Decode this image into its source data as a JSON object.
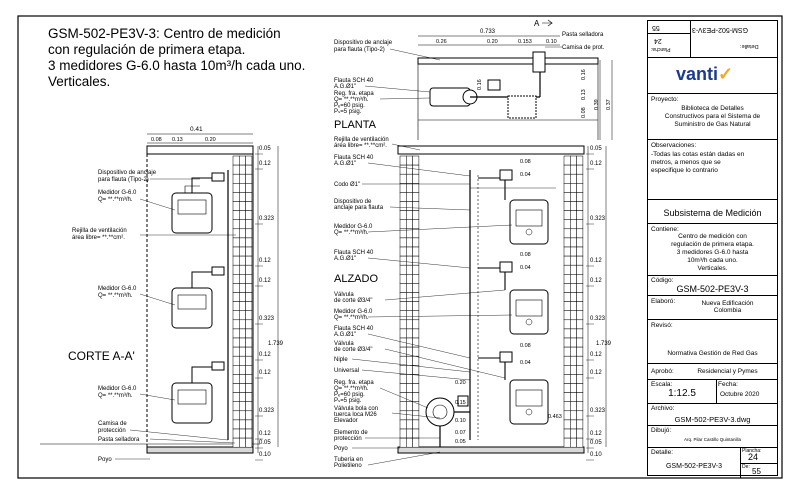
{
  "title": {
    "line1": "GSM-502-PE3V-3: Centro de medición",
    "line2": "con regulación de primera etapa.",
    "line3": "3 medidores G-6.0 hasta 10m³/h cada uno.",
    "line4": "Verticales."
  },
  "corte": {
    "section_label": "CORTE A-A'",
    "top_dims": [
      "0.41",
      "0.08",
      "0.13",
      "0.20"
    ],
    "labels": {
      "anclaje": [
        "Dispositivo de anclaje",
        "para flauta (Tipo-2)"
      ],
      "medidor1": [
        "Medidor G-6.0",
        "Q= **.**m³/h."
      ],
      "rejilla": [
        "Rejilla de ventilación",
        "área libre= **.**cm²."
      ],
      "medidor2": [
        "Medidor G-6.0",
        "Q= **.**m³/h."
      ],
      "medidor3": [
        "Medidor G-6.0",
        "Q= **.**m³/h."
      ],
      "camisa": [
        "Camisa de",
        "protección"
      ],
      "pasta": "Pasta selladora",
      "poyo": "Poyo"
    },
    "right_dims": [
      "0.05",
      "0.12",
      "0.323",
      "0.12",
      "0.12",
      "0.323",
      "0.12",
      "0.12",
      "0.323",
      "0.12",
      "0.05",
      "0.10"
    ],
    "total_height": "1.739"
  },
  "planta": {
    "section_label": "PLANTA",
    "marker": "A",
    "top_dims": [
      "0.733",
      "0.26",
      "0.20",
      "0.153",
      "0.10"
    ],
    "right_dims": [
      "0.08",
      "0.13",
      "0.16",
      "0.39",
      "0.37"
    ],
    "labels": {
      "anclaje": [
        "Dispositivo de anclaje",
        "para flauta (Tipo-2)"
      ],
      "pasta": "Pasta selladora",
      "camisa": "Camisa de prot.",
      "flauta": [
        "Flauta SCH 40",
        "A.G.Ø1\""
      ],
      "reg": [
        "Reg. fra. etapa",
        "Q= **.**m³/h.",
        "Pₑ=60 psig.",
        "Pₛ=5 psig."
      ],
      "dim_016": "0.16"
    }
  },
  "alzado": {
    "section_label": "ALZADO",
    "labels": {
      "rejilla": [
        "Rejilla de ventilación",
        "área libre= **.**cm²."
      ],
      "flauta1": [
        "Flauta SCH 40",
        "A.G.Ø1\""
      ],
      "codo": "Codo Ø1\"",
      "anclaje": [
        "Dispositivo de",
        "anclaje para flauta"
      ],
      "medidor1": [
        "Medidor G-6.0",
        "Q= **.**m³/h."
      ],
      "flauta2": [
        "Flauta SCH 40",
        "A.G.Ø1\""
      ],
      "valvula1": [
        "Válvula",
        "de corte Ø3/4\""
      ],
      "medidor2": [
        "Medidor G-6.0",
        "Q= **.**m³/h."
      ],
      "flauta3": [
        "Flauta SCH 40",
        "A.G.Ø1\""
      ],
      "valvula2": [
        "Válvula",
        "de corte Ø3/4\""
      ],
      "niple": "Niple",
      "universal": "Universal",
      "reg": [
        "Reg. fra. etapa",
        "Q= **.**m³/h.",
        "Pₑ=60 psig.",
        "Pₛ=5 psig."
      ],
      "bola": [
        "Válvula bola con",
        "tuerca loca M26"
      ],
      "elevador": "Elevador",
      "elemento": [
        "Elemento de",
        "protección"
      ],
      "poyo": "Poyo",
      "tuberia": [
        "Tubería en",
        "Polietileno"
      ]
    },
    "inner_dims": [
      "0.08",
      "0.04",
      "0.08",
      "0.04",
      "0.08",
      "0.04",
      "0.20",
      "0.15",
      "0.463",
      "0.10",
      "0.07",
      "0.05"
    ],
    "right_dims": [
      "0.05",
      "0.12",
      "0.323",
      "0.12",
      "0.12",
      "0.323",
      "0.12",
      "0.12",
      "0.323",
      "0.12",
      "0.05",
      "0.10"
    ],
    "total_height": "1.739"
  },
  "title_block": {
    "top_code": "GSM-502-PE3V-3",
    "top_sheet": "55",
    "top_detalle": "Detalle:",
    "top_plancha": "Plancha:",
    "top_24": "24",
    "logo": "vanti",
    "proyecto_label": "Proyecto:",
    "proyecto": [
      "Biblioteca de Detalles",
      "Constructivos para el Sistema de",
      "Suministro de Gas Natural"
    ],
    "observaciones_label": "Observaciones:",
    "observaciones": [
      "-Todas las cotas están dadas en",
      "metros, a menos que se",
      "especifique lo contrario"
    ],
    "subsistema": "Subsistema de Medición",
    "contiene_label": "Contiene:",
    "contiene": [
      "Centro de medición con",
      "regulación de primera etapa.",
      "3 medidores G-6.0 hasta",
      "10m³/h cada uno.",
      "Verticales."
    ],
    "codigo_label": "Código:",
    "codigo": "GSM-502-PE3V-3",
    "elaboro_label": "Elaboró:",
    "elaboro": [
      "Nueva Edificación",
      "Colombia"
    ],
    "reviso_label": "Revisó:",
    "reviso": "Normativa Gestión de Red Gas",
    "aprobo_label": "Aprobó:",
    "aprobo": "Residencial y Pymes",
    "escala_label": "Escala:",
    "escala": "1:12.5",
    "fecha_label": "Fecha:",
    "fecha": "Octubre 2020",
    "archivo_label": "Archivo:",
    "archivo": "GSM-502-PE3V-3.dwg",
    "dibujo_label": "Dibujó:",
    "dibujo": "Arq. Pilar Castillo Quintanilla",
    "detalle_label": "Detalle:",
    "detalle": "GSM-502-PE3V-3",
    "plancha_label": "Plancha:",
    "plancha": "24",
    "de_label": "De:",
    "de": "55"
  },
  "colors": {
    "accent": "#f5a623",
    "logo_text": "#1a3c8e"
  }
}
